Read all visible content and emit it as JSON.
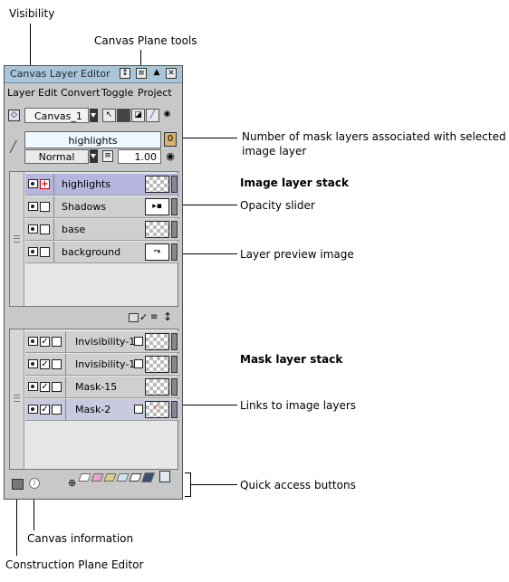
{
  "panel": {
    "title": "Canvas Layer Editor",
    "menu": [
      "Layer",
      "Edit",
      "Convert",
      "Toggle",
      "Project"
    ],
    "canvas_select": "Canvas_1",
    "layer_name": "highlights",
    "blend_mode": "Normal",
    "opacity": "1.00",
    "mask_count": "0",
    "image_layers": [
      {
        "label": "highlights",
        "thumb": "",
        "selected": true
      },
      {
        "label": "Shadows",
        "thumb": "▸▪",
        "selected": false
      },
      {
        "label": "base",
        "thumb": "",
        "selected": false
      },
      {
        "label": "background",
        "thumb": "⤳",
        "selected": false
      }
    ],
    "mask_layers": [
      {
        "label": "Invisibility-1",
        "selected": false
      },
      {
        "label": "Invisibility-1",
        "selected": false
      },
      {
        "label": "Mask-15",
        "selected": false
      },
      {
        "label": "Mask-2",
        "selected": true
      }
    ]
  },
  "callouts": {
    "visibility": "Visibility",
    "canvas_plane_tools": "Canvas Plane tools",
    "mask_count_line1": "Number of mask layers associated with selected",
    "mask_count_line2": "image layer",
    "image_layer_stack": "Image layer stack",
    "opacity_slider": "Opacity slider",
    "layer_preview": "Layer preview image",
    "mask_layer_stack": "Mask layer stack",
    "links": "Links to image layers",
    "quick_access": "Quick access buttons",
    "canvas_info": "Canvas information",
    "construction_plane": "Construction Plane Editor"
  }
}
